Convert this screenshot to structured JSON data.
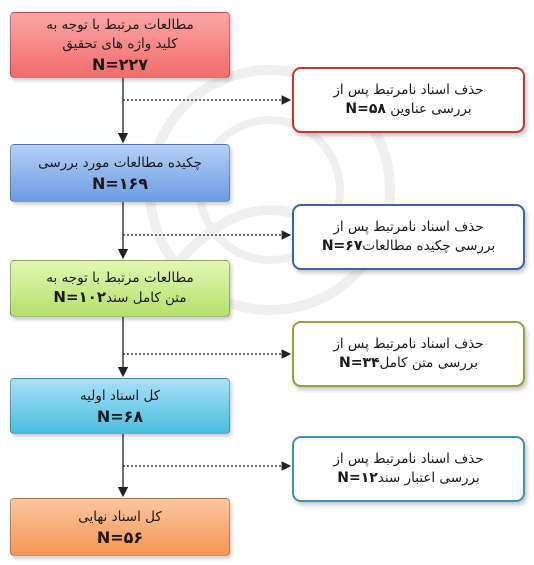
{
  "colors": {
    "box1": "#f26c6c",
    "box2": "#6d9be3",
    "box3": "#b4e169",
    "box4": "#4bbde0",
    "box5": "#f59554",
    "side1_border": "#c0392b",
    "side2_border": "#3d62a8",
    "side3_border": "#8fa43a",
    "side4_border": "#3d93b0",
    "connector": "#222222"
  },
  "steps": [
    {
      "line1": "مطالعات مرتبط با توجه به",
      "line2": "کلید واژه های تحقیق",
      "count": "N=۲۲۷"
    },
    {
      "line1": "چکیده مطالعات مورد بررسی",
      "count": "N=۱۶۹"
    },
    {
      "line1": "مطالعات مرتبط با توجه به",
      "line2": "متن کامل سند",
      "count": "N=۱۰۲"
    },
    {
      "line1": "کل اسناد اولیه",
      "count": "N=۶۸"
    },
    {
      "line1": "کل اسناد نهایی",
      "count": "N=۵۶"
    }
  ],
  "exclusions": [
    {
      "line1": "حذف اسناد نامرتبط پس از",
      "line2": "بررسی عناوین",
      "count": "N=۵۸"
    },
    {
      "line1": "حذف اسناد نامرتبط پس از",
      "line2": "بررسی چکیده مطالعات",
      "count": "N=۶۷"
    },
    {
      "line1": "حذف اسناد نامرتبط پس از",
      "line2": "بررسی متن کامل",
      "count": "N=۳۴"
    },
    {
      "line1": "حذف اسناد نامرتبط پس از",
      "line2": "بررسی اعتبار سند",
      "count": "N=۱۲"
    }
  ]
}
